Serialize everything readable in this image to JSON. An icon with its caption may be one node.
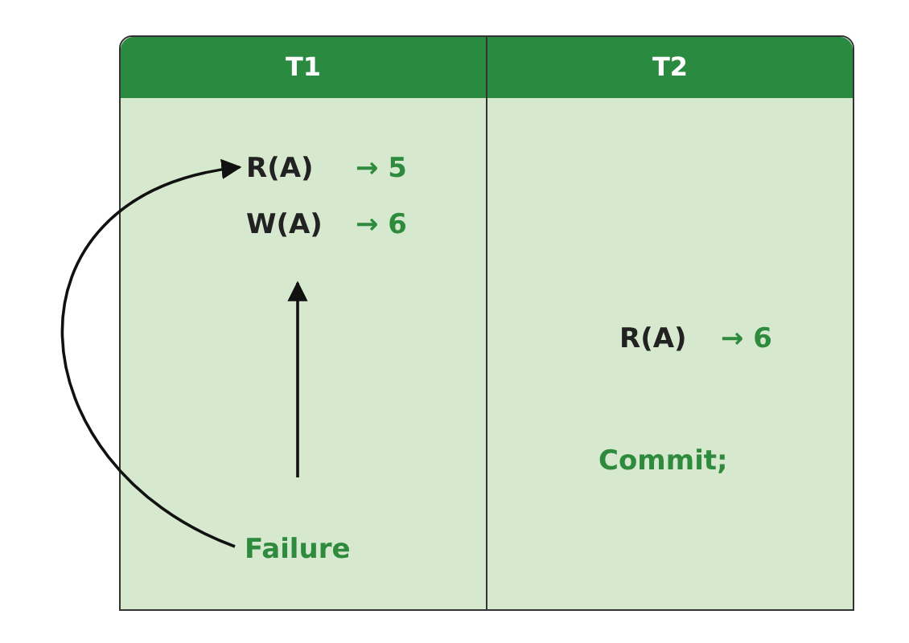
{
  "diagram": {
    "nodes": [
      {
        "text": [
          "T1"
        ]
      },
      {
        "text": [
          "R(A)"
        ],
        "in": 0,
        "beside": [
          "→ 5"
        ]
      },
      {
        "text": [
          "W(A)"
        ],
        "in": 0,
        "beside": [
          "→ 6"
        ]
      },
      {
        "text": [
          "Failure"
        ],
        "in": 0
      },
      {
        "text": [
          "T2"
        ]
      },
      {
        "text": [
          "R(A)"
        ],
        "in": 4,
        "beside": [
          "→ 6"
        ]
      },
      {
        "text": [
          "Commit;"
        ],
        "in": 4
      }
    ],
    "edges": [
      {
        "from": 3,
        "to": 1,
        "arrow": "to"
      },
      {
        "from": 3,
        "to": 2,
        "arrow": "to"
      }
    ]
  }
}
